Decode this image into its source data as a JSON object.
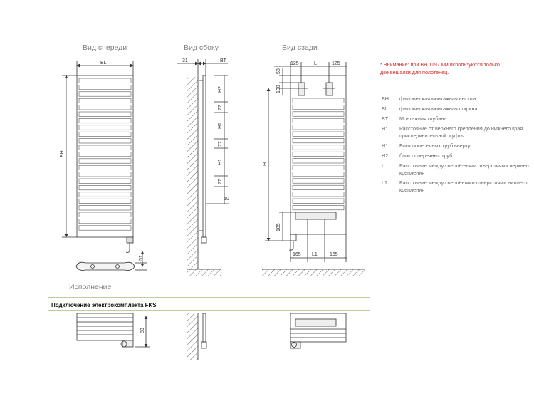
{
  "views": {
    "front": "Вид спереди",
    "side": "Вид сбоку",
    "back": "Вид сзади",
    "variant": "Исполнение"
  },
  "section_title": "Подключение электрокомплекта FKS",
  "dimensions": {
    "front_width": "BL",
    "front_height": "BH",
    "side_offset": "31",
    "side_depth": "BT",
    "side_h2": "H2",
    "side_77_a": "77",
    "side_h1_a": "H1",
    "side_77_b": "77",
    "side_h1_b": "H1",
    "side_77_c": "77",
    "side_50": "50",
    "back_58": "58",
    "back_125_left": "125",
    "back_l": "L",
    "back_125_right": "125",
    "back_100": "100",
    "back_h": "H",
    "back_185": "185",
    "back_165_left": "165",
    "back_l1": "L1",
    "back_165_right": "165",
    "variant_51": "51",
    "fks_83": "83"
  },
  "warning": "* Внимание: при BH 1197 мм используются только две вешалки для полотенец.",
  "legend": [
    {
      "key": "BH:",
      "value": "фактическая монтажная высота"
    },
    {
      "key": "BL:",
      "value": "фактическая монтажная ширина"
    },
    {
      "key": "BT:",
      "value": "Монтажная глубина"
    },
    {
      "key": "H:",
      "value": "Расстояние от верхнего крепления до нижнего края присоединительной муфты"
    },
    {
      "key": "H1:",
      "value": "Блок поперечных труб вверху"
    },
    {
      "key": "H2:",
      "value": "блок поперечных труб"
    },
    {
      "key": "L:",
      "value": "Расстояние между сверлё-ными отверстиями верхнего крепления"
    },
    {
      "key": "L1:",
      "value": "Расстояние между сверлёными отверстиями нижнего крепления"
    }
  ],
  "colors": {
    "warning": "#d0302a",
    "section_rule": "#b9d0a0",
    "line": "#333333"
  }
}
